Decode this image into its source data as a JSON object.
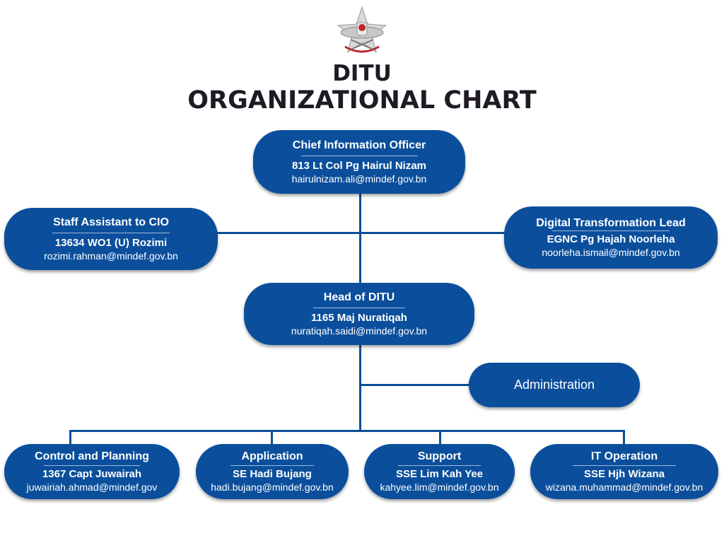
{
  "header": {
    "logo_icon": "armed-forces-crest",
    "title_line1": "DITU",
    "title_line2": "ORGANIZATIONAL CHART"
  },
  "colors": {
    "box": "#0b4f9c",
    "line": "#0b4f96",
    "title": "#1f1a24"
  },
  "nodes": {
    "cio": {
      "role": "Chief Information Officer",
      "name": "813 Lt Col Pg Hairul Nizam",
      "email": "hairulnizam.ali@mindef.gov.bn"
    },
    "staff_assistant": {
      "role": "Staff Assistant to CIO",
      "name": "13634 WO1 (U) Rozimi",
      "email": "rozimi.rahman@mindef.gov.bn"
    },
    "digital_lead": {
      "role": "Digital Transformation Lead",
      "name": "EGNC Pg Hajah Noorleha",
      "email": "noorleha.ismail@mindef.gov.bn"
    },
    "head": {
      "role": "Head of DITU",
      "name": "1165 Maj Nuratiqah",
      "email": "nuratiqah.saidi@mindef.gov.bn"
    },
    "administration": {
      "role": "Administration"
    },
    "units": [
      {
        "role": "Control and Planning",
        "name": "1367 Capt Juwairah",
        "email": "juwairiah.ahmad@mindef.gov"
      },
      {
        "role": "Application",
        "name": "SE Hadi Bujang",
        "email": "hadi.bujang@mindef.gov.bn"
      },
      {
        "role": "Support",
        "name": "SSE Lim Kah Yee",
        "email": "kahyee.lim@mindef.gov.bn"
      },
      {
        "role": "IT Operation",
        "name": "SSE Hjh Wizana",
        "email": "wizana.muhammad@mindef.gov.bn"
      }
    ]
  }
}
